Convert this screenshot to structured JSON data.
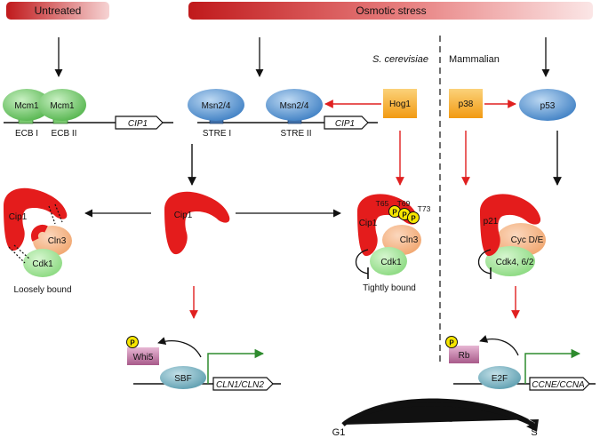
{
  "colors": {
    "banner_start": "#c21f1f",
    "banner_end": "#f7d9d9",
    "red_arrow": "#e02020",
    "green_arrow": "#2e8b2e",
    "mcm1": "#7fcf7a",
    "msn": "#5b9bd5",
    "hog1": "#f6a623",
    "cip1": "#e41c1c",
    "cln3": "#f5b080",
    "cdk1": "#9be58e",
    "whi5": "#c07aa6",
    "sbf": "#6aa9b8",
    "phospho": "#f7e600"
  },
  "banners": {
    "untreated": "Untreated",
    "osmotic": "Osmotic stress"
  },
  "species": {
    "yeast": "S. cerevisiae",
    "mammal": "Mammalian"
  },
  "promoter_mcm": {
    "protein_a": "Mcm1",
    "protein_b": "Mcm1",
    "site_a": "ECB I",
    "site_b": "ECB II",
    "gene": "CIP1"
  },
  "promoter_msn": {
    "protein_a": "Msn2/4",
    "protein_b": "Msn2/4",
    "site_a": "STRE I",
    "site_b": "STRE II",
    "gene": "CIP1"
  },
  "kinases": {
    "hog1": "Hog1",
    "p38": "p38",
    "p53": "p53"
  },
  "complexes": {
    "cip1_free": "Cip1",
    "left_inhibitor": "Cip1",
    "left_cyclin": "Cln3",
    "left_cdk": "Cdk1",
    "left_caption": "Loosely bound",
    "mid_inhibitor": "Cip1",
    "mid_cyclin": "Cln3",
    "mid_cdk": "Cdk1",
    "mid_caption": "Tightly bound",
    "site_1": "T65",
    "site_2": "T69",
    "site_3": "T73",
    "phospho": "P",
    "right_inhibitor": "p21",
    "right_cyclin": "Cyc D/E",
    "right_cdk": "Cdk4, 6/2"
  },
  "transcription": {
    "whi5": "Whi5",
    "sbf": "SBF",
    "yeast_genes": "CLN1/CLN2",
    "rb": "Rb",
    "e2f": "E2F",
    "mammal_genes": "CCNE/CCNA",
    "phospho": "P"
  },
  "cycle": {
    "g1": "G1",
    "s": "S"
  }
}
